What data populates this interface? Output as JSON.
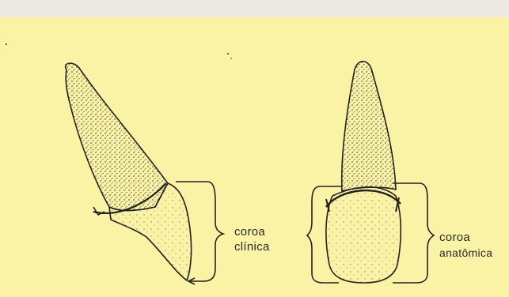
{
  "diagram": {
    "left_tooth": {
      "label_line1": "coroa",
      "label_line2": "clínica"
    },
    "right_tooth": {
      "label_line1": "coroa",
      "label_line2": "anatômica"
    }
  },
  "colors": {
    "background": "#faf3a6",
    "ink": "#2a2a2a",
    "top_band": "#ece9e2"
  }
}
